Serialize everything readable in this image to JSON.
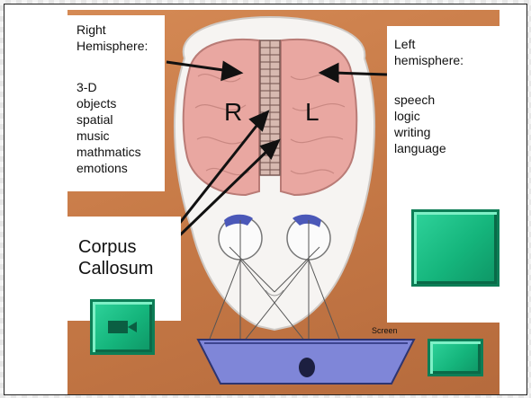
{
  "right_panel": {
    "title_line1": "Right",
    "title_line2": "Hemisphere:",
    "items": [
      "3-D",
      "objects",
      "spatial",
      "music",
      "mathmatics",
      "emotions"
    ]
  },
  "left_panel": {
    "title_line1": "Left",
    "title_line2": "hemisphere:",
    "items": [
      "speech",
      "logic",
      "writing",
      "language"
    ]
  },
  "corpus": {
    "line1": "Corpus",
    "line2": "Callosum"
  },
  "brain": {
    "right_letter": "R",
    "left_letter": "L"
  },
  "screen_label": "Screen",
  "colors": {
    "background": "#c77a47",
    "brain": "#e8a7a0",
    "button": "#1fc48a",
    "screen": "#7d84d6"
  }
}
